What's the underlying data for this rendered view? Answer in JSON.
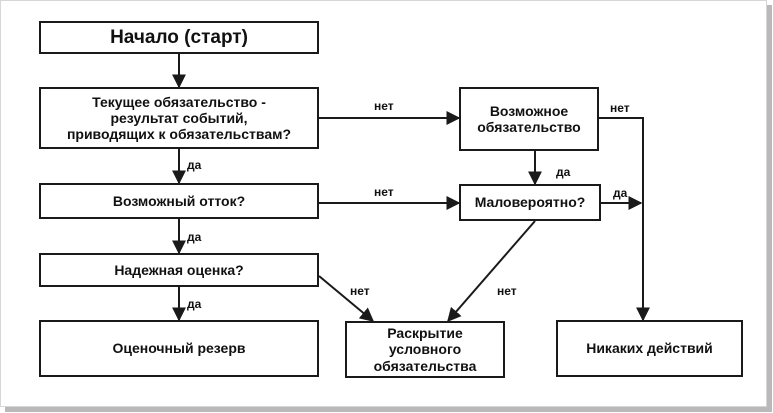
{
  "nodes": {
    "start": "Начало (старт)",
    "current_obligation": "Текущее обязательство -\nрезультат событий,\nприводящих к обязательствам?",
    "possible_outflow": "Возможный отток?",
    "reliable_estimate": "Надежная оценка?",
    "estimated_reserve": "Оценочный резерв",
    "possible_obligation": "Возможное\nобязательство",
    "unlikely": "Маловероятно?",
    "disclosure": "Раскрытие\nусловного\nобязательства",
    "no_action": "Никаких действий"
  },
  "labels": {
    "yes": "да",
    "no": "нет"
  },
  "colors": {
    "stroke": "#1a1a1a",
    "frame_shadow": "#b9b9b9"
  }
}
